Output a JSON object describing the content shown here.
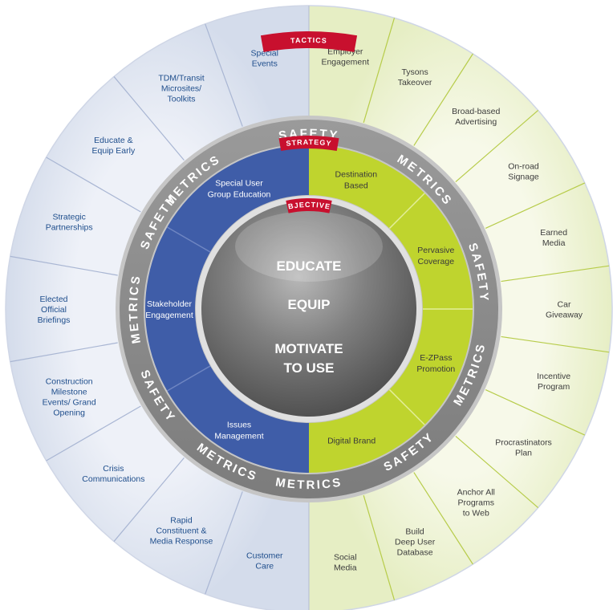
{
  "labels": {
    "tactics": "TACTICS",
    "strategy": "STRATEGY",
    "objectives": "OBJECTIVES"
  },
  "ring": {
    "safety": "SAFETY",
    "metrics": "METRICS"
  },
  "objectives": [
    "EDUCATE",
    "EQUIP",
    "MOTIVATE",
    "TO USE"
  ],
  "strategy_left": [
    [
      "Special User",
      "Group Education"
    ],
    [
      "Stakeholder",
      "Engagement"
    ],
    [
      "Issues",
      "Management"
    ]
  ],
  "strategy_right": [
    [
      "Destination",
      "Based"
    ],
    [
      "Pervasive",
      "Coverage"
    ],
    [
      "E-ZPass",
      "Promotion"
    ],
    [
      "Digital Brand"
    ]
  ],
  "tactics_left": [
    [
      "Special",
      "Events"
    ],
    [
      "TDM/Transit",
      "Microsites/",
      "Toolkits"
    ],
    [
      "Educate &",
      "Equip Early"
    ],
    [
      "Strategic",
      "Partnerships"
    ],
    [
      "Elected",
      "Official",
      "Briefings"
    ],
    [
      "Construction",
      "Milestone",
      "Events/ Grand",
      "Opening"
    ],
    [
      "Crisis",
      "Communications"
    ],
    [
      "Rapid",
      "Constituent &",
      "Media Response"
    ],
    [
      "Customer",
      "Care"
    ]
  ],
  "tactics_right": [
    [
      "Employer",
      "Engagement"
    ],
    [
      "Tysons",
      "Takeover"
    ],
    [
      "Broad-based",
      "Advertising"
    ],
    [
      "On-road",
      "Signage"
    ],
    [
      "Earned",
      "Media"
    ],
    [
      "Car",
      "Giveaway"
    ],
    [
      "Incentive",
      "Program"
    ],
    [
      "Procrastinators",
      "Plan"
    ],
    [
      "Anchor All",
      "Programs",
      "to Web"
    ],
    [
      "Build",
      "Deep User",
      "Database"
    ],
    [
      "Social",
      "Media"
    ]
  ],
  "colors": {
    "outer_left": "#dde4f0",
    "outer_right": "#eef3d6",
    "ring_gray": "#8a8a8a",
    "ring_gray_light": "#c6c6c6",
    "strategy_blue": "#3f5da8",
    "strategy_green": "#bfd42e",
    "accent_red": "#c8102e",
    "center_gray": "#7a7a7a"
  }
}
